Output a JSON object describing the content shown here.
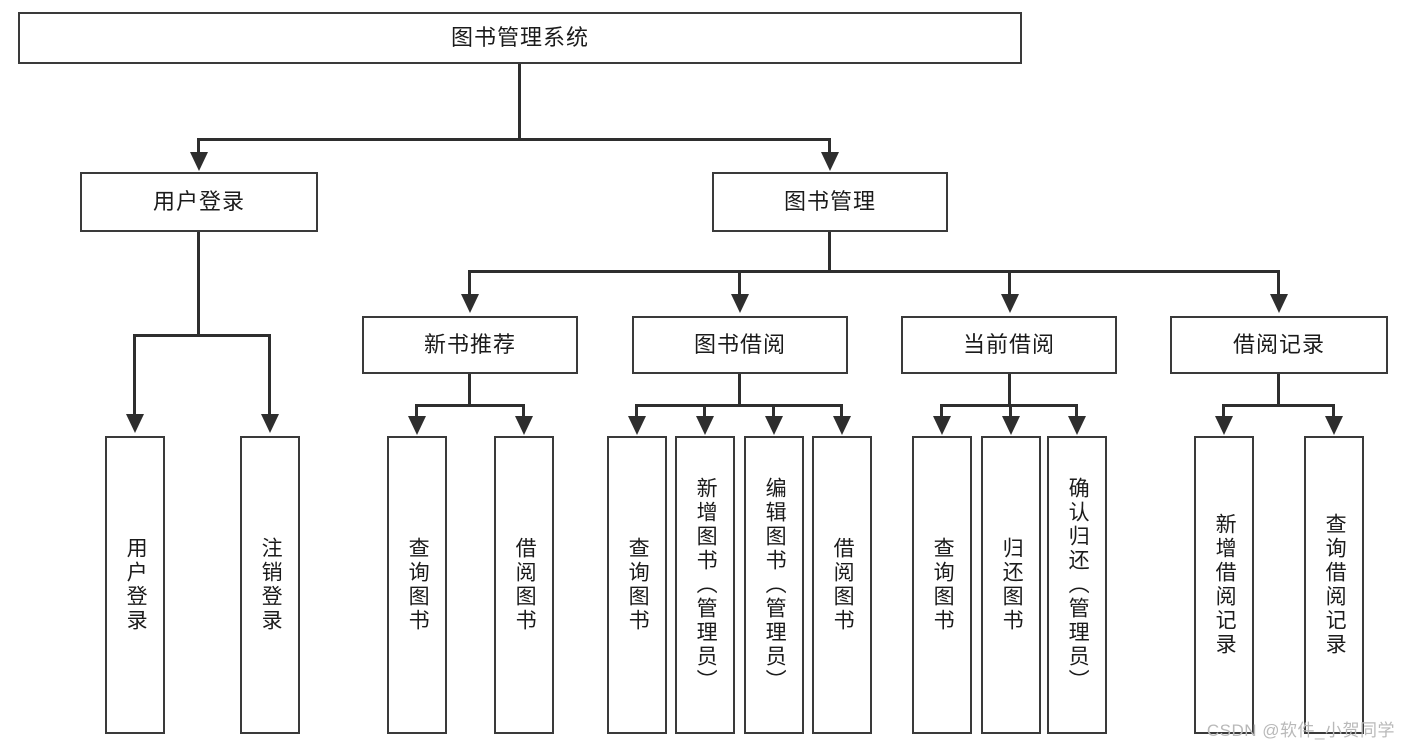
{
  "diagram": {
    "title": "图书管理系统",
    "type": "tree",
    "watermark": "CSDN @软件_小贺同学",
    "root": {
      "label": "图书管理系统"
    },
    "level2": [
      {
        "label": "用户登录"
      },
      {
        "label": "图书管理"
      }
    ],
    "level3": [
      {
        "label": "新书推荐"
      },
      {
        "label": "图书借阅"
      },
      {
        "label": "当前借阅"
      },
      {
        "label": "借阅记录"
      }
    ],
    "leaves": {
      "user_login": [
        {
          "label": "用户登录"
        },
        {
          "label": "注销登录"
        }
      ],
      "new_book_recommend": [
        {
          "label": "查询图书"
        },
        {
          "label": "借阅图书"
        }
      ],
      "book_borrow": [
        {
          "label": "查询图书"
        },
        {
          "label": "新增图书（管理员）"
        },
        {
          "label": "编辑图书（管理员）"
        },
        {
          "label": "借阅图书"
        }
      ],
      "current_borrow": [
        {
          "label": "查询图书"
        },
        {
          "label": "归还图书"
        },
        {
          "label": "确认归还（管理员）"
        }
      ],
      "borrow_record": [
        {
          "label": "新增借阅记录"
        },
        {
          "label": "查询借阅记录"
        }
      ]
    },
    "colors": {
      "border": "#3a3a3a",
      "line": "#2e2e2e",
      "background": "#ffffff",
      "text": "#1b1b1b",
      "watermark": "#b9b9b9"
    }
  }
}
